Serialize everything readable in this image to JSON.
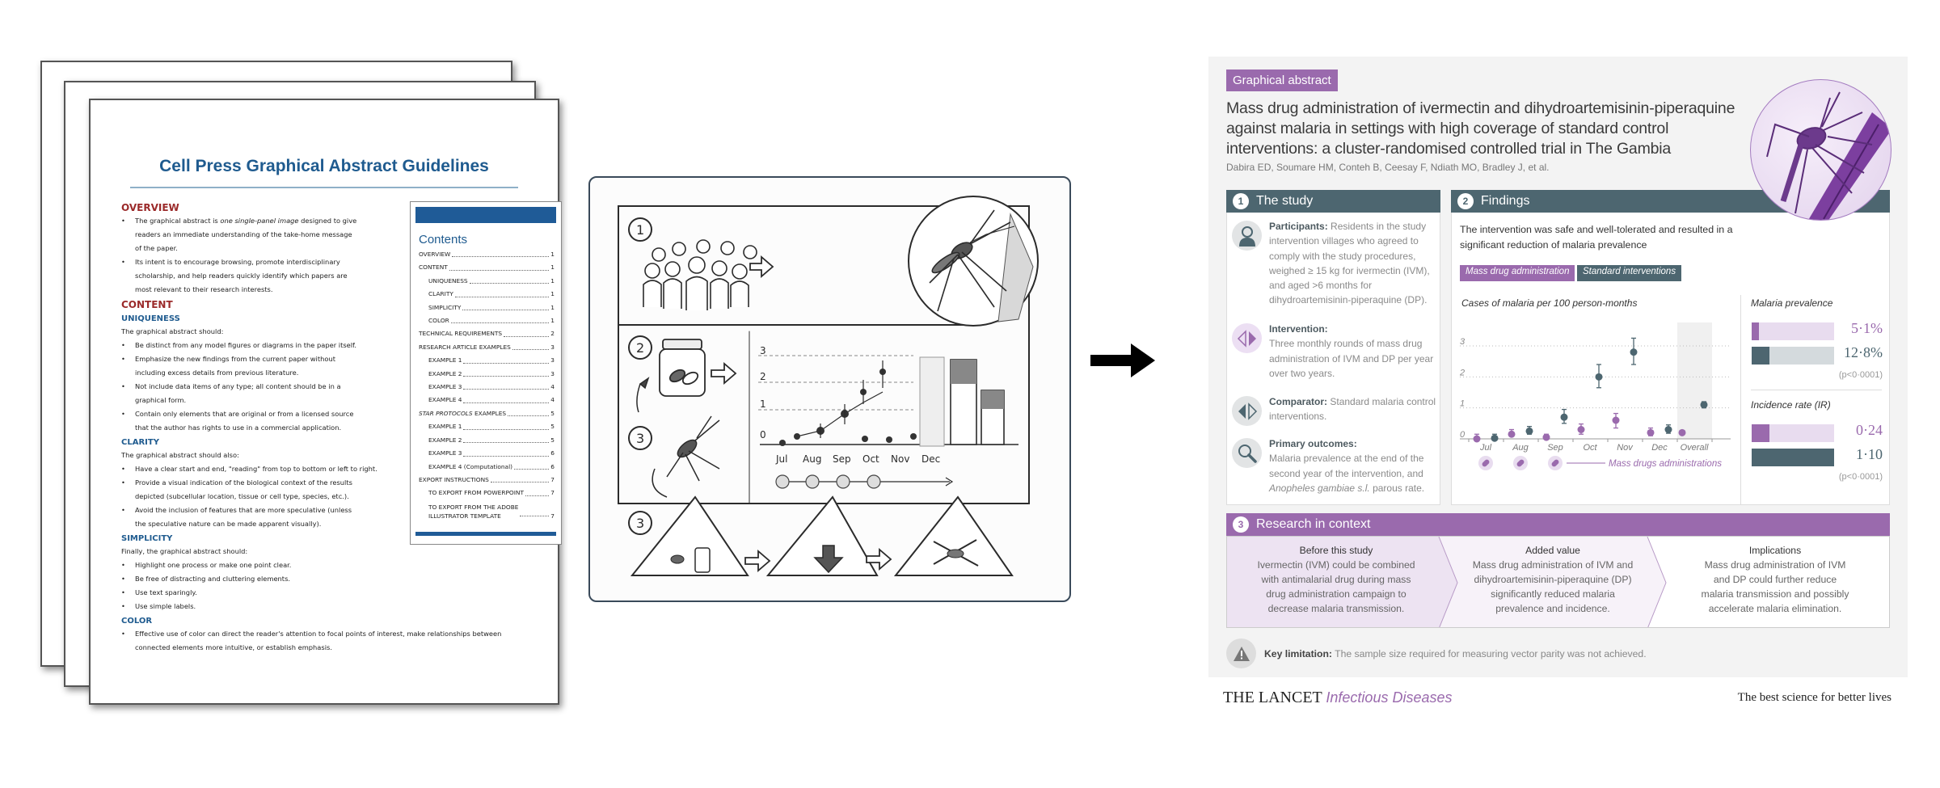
{
  "document": {
    "title": "Cell Press Graphical Abstract Guidelines",
    "sections": {
      "overview_heading": "OVERVIEW",
      "overview_bullets": [
        "The graphical abstract is one single-panel image designed to give readers an immediate understanding of the take-home message of the paper.",
        "Its intent is to encourage browsing, promote interdisciplinary scholarship, and help readers quickly identify which papers are most relevant to their research interests."
      ],
      "overview_b1_pre": "The graphical abstract is ",
      "overview_b1_em": "one single-panel image",
      "overview_b1_post": " designed to give readers an immediate understanding of the take-home message of the paper.",
      "content_heading": "CONTENT",
      "uniqueness_heading": "UNIQUENESS",
      "uniqueness_intro": "The graphical abstract should:",
      "uniqueness_bullets": [
        "Be distinct from any model figures or diagrams in the paper itself.",
        "Emphasize the new findings from the current paper without including excess details from previous literature.",
        "Not include data items of any type; all content should be in a graphical form.",
        "Contain only elements that are original or from a licensed source that the author has rights to use in a commercial application."
      ],
      "clarity_heading": "CLARITY",
      "clarity_intro": "The graphical abstract should also:",
      "clarity_bullets": [
        "Have a clear start and end, \"reading\" from top to bottom or left to right.",
        "Provide a visual indication of the biological context of the results depicted (subcellular location, tissue or cell type, species, etc.).",
        "Avoid the inclusion of features that are more speculative (unless the speculative nature can be made apparent visually)."
      ],
      "simplicity_heading": "SIMPLICITY",
      "simplicity_intro": "Finally, the graphical abstract should:",
      "simplicity_bullets": [
        "Highlight one process or make one point clear.",
        "Be free of distracting and cluttering elements.",
        "Use text sparingly.",
        "Use simple labels."
      ],
      "color_heading": "COLOR",
      "color_bullets": [
        "Effective use of color can direct the reader's attention to focal points of interest, make relationships between connected elements more intuitive, or establish emphasis."
      ]
    },
    "toc": {
      "title": "Contents",
      "entries": [
        {
          "label": "OVERVIEW",
          "page": "1"
        },
        {
          "label": "CONTENT",
          "page": "1"
        },
        {
          "label": "UNIQUENESS",
          "page": "1"
        },
        {
          "label": "CLARITY",
          "page": "1"
        },
        {
          "label": "SIMPLICITY",
          "page": "1"
        },
        {
          "label": "COLOR",
          "page": "1"
        },
        {
          "label": "TECHNICAL REQUIREMENTS",
          "page": "2"
        },
        {
          "label": "RESEARCH ARTICLE EXAMPLES",
          "page": "3"
        },
        {
          "label": "EXAMPLE 1",
          "page": "3"
        },
        {
          "label": "EXAMPLE 2",
          "page": "3"
        },
        {
          "label": "EXAMPLE 3",
          "page": "4"
        },
        {
          "label": "EXAMPLE 4",
          "page": "4"
        },
        {
          "label": "STAR PROTOCOLS",
          "label_suffix": " EXAMPLES",
          "page": "5"
        },
        {
          "label": "EXAMPLE 1",
          "page": "5"
        },
        {
          "label": "EXAMPLE 2",
          "page": "5"
        },
        {
          "label": "EXAMPLE 3",
          "page": "6"
        },
        {
          "label": "EXAMPLE 4 (Computational)",
          "page": "6"
        },
        {
          "label": "EXPORT INSTRUCTIONS",
          "page": "7"
        },
        {
          "label": "TO EXPORT FROM POWERPOINT",
          "page": "7"
        },
        {
          "label_line1": "TO EXPORT FROM THE ADOBE",
          "label": "ILLUSTRATOR TEMPLATE",
          "page": "7"
        }
      ]
    },
    "colors": {
      "heading_red": "#9b2a2a",
      "heading_blue": "#1f5b8f",
      "toc_bar": "#1f5b97"
    }
  },
  "sketch": {
    "step_labels": [
      "1",
      "2",
      "3",
      "3"
    ],
    "month_labels": [
      "Jul",
      "Aug",
      "Sep",
      "Oct",
      "Nov",
      "Dec"
    ],
    "y_labels": [
      "3",
      "2",
      "1",
      "0"
    ]
  },
  "arrow": {
    "icon": "right-arrow-icon"
  },
  "abstract": {
    "tag": "Graphical abstract",
    "title": "Mass drug administration of ivermectin and dihydroartemisinin-piperaquine against malaria in settings with high coverage of standard control interventions: a cluster-randomised controlled trial in The Gambia",
    "authors": "Dabira ED, Soumare HM, Conteh B, Ceesay F, Ndiath MO, Bradley J, et al.",
    "colors": {
      "purple": "#9a6aad",
      "teal": "#4d6670",
      "light_purple": "#e8dcef",
      "light_teal": "#d4dadd"
    },
    "study": {
      "number": "1",
      "heading": "The study",
      "items": [
        {
          "icon": "person-icon",
          "label": "Participants:",
          "text": " Residents in the study intervention villages who agreed to comply with the study procedures, weighed ≥ 15 kg for ivermectin (IVM), and aged >6 months for dihydroartemisinin-piperaquine (DP)."
        },
        {
          "icon": "intervention-arrows-icon",
          "label": "Intervention:",
          "text": "Three monthly rounds of mass drug administration of IVM and DP per year over two years."
        },
        {
          "icon": "comparator-arrows-icon",
          "label": "Comparator:",
          "text": " Standard malaria control interventions."
        },
        {
          "icon": "magnifier-icon",
          "label": "Primary outcomes:",
          "text_pre": "Malaria prevalence at the end of the second year of the intervention, and ",
          "text_em": "Anopheles gambiae s.l.",
          "text_post": " parous rate."
        }
      ]
    },
    "findings": {
      "number": "2",
      "heading": "Findings",
      "summary": "The intervention was safe and well-tolerated and resulted in a significant reduction of malaria prevalence",
      "legend": [
        "Mass drug administration",
        "Standard interventions"
      ],
      "mda_label": "Mass drugs administrations",
      "prevalence": {
        "title": "Malaria prevalence",
        "mda_value": "5·1%",
        "mda_fraction": 0.051,
        "std_value": "12·8%",
        "std_fraction": 0.128,
        "p": "(p<0·0001)"
      },
      "incidence": {
        "title": "Incidence rate (IR)",
        "mda_value": "0·24",
        "mda_fraction": 0.218,
        "std_value": "1·10",
        "std_fraction": 1.0,
        "p": "(p<0·0001)"
      }
    },
    "context": {
      "number": "3",
      "heading": "Research in context",
      "columns": [
        {
          "title": "Before this study",
          "lines": [
            "Ivermectin (IVM) could be combined",
            "with antimalarial drug during mass",
            "drug administration campaign to",
            "decrease malaria transmission."
          ]
        },
        {
          "title": "Added value",
          "lines": [
            "Mass drug administration of IVM and",
            "dihydroartemisinin-piperaquine (DP)",
            "significantly reduced malaria",
            "prevalence and incidence."
          ]
        },
        {
          "title": "Implications",
          "lines": [
            "Mass drug administration of IVM",
            "and DP could further reduce",
            "malaria transmission and possibly",
            "accelerate malaria elimination."
          ]
        }
      ]
    },
    "limitation": {
      "label": "Key limitation:",
      "text": " The sample size required for measuring vector parity was not achieved."
    },
    "footer": {
      "brand": "THE LANCET",
      "journal": "Infectious Diseases",
      "tagline": "The best science for better lives"
    }
  },
  "chart_data": {
    "type": "scatter",
    "title": "Cases of malaria per 100 person-months",
    "xlabel": "",
    "ylabel": "",
    "categories": [
      "Jul",
      "Aug",
      "Sep",
      "Oct",
      "Nov",
      "Dec",
      "Overall"
    ],
    "yticks": [
      "0",
      "1",
      "2",
      "3"
    ],
    "ylim": [
      0,
      3.2
    ],
    "grid": true,
    "highlight_category": "Overall",
    "series": [
      {
        "name": "Mass drug administration",
        "color": "#9a6aad",
        "values": [
          0.0,
          0.15,
          0.05,
          0.3,
          0.6,
          0.2,
          0.2
        ],
        "err_low": [
          0.0,
          0.08,
          0.0,
          0.15,
          0.35,
          0.1,
          null
        ],
        "err_high": [
          0.15,
          0.3,
          0.15,
          0.48,
          0.82,
          0.35,
          null
        ]
      },
      {
        "name": "Standard interventions",
        "color": "#4d6670",
        "values": [
          0.02,
          0.25,
          0.7,
          2.0,
          2.8,
          0.3,
          1.1
        ],
        "err_low": [
          0.0,
          0.15,
          0.5,
          1.65,
          2.4,
          0.18,
          1.0
        ],
        "err_high": [
          0.15,
          0.4,
          0.95,
          2.4,
          3.25,
          0.45,
          1.2
        ]
      }
    ],
    "mda_months": [
      "Jul",
      "Aug",
      "Sep"
    ]
  }
}
